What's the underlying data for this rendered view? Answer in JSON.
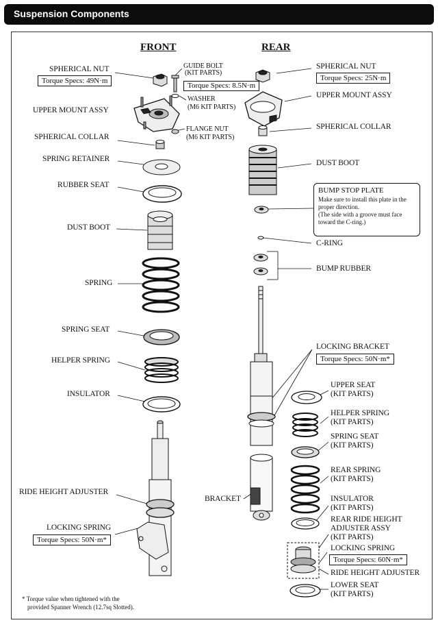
{
  "header": {
    "title": "Suspension Components"
  },
  "sections": {
    "front": "FRONT",
    "rear": "REAR"
  },
  "front": {
    "spherical_nut": "SPHERICAL NUT",
    "spherical_nut_torque": "Torque Specs: 49N·m",
    "guide_bolt": "GUIDE BOLT",
    "guide_bolt_kit": "(KIT PARTS)",
    "guide_bolt_torque": "Torque Specs: 8.5N·m",
    "washer": "WASHER",
    "washer_kit": "(M6 KIT PARTS)",
    "upper_mount": "UPPER MOUNT ASSY",
    "flange_nut": "FLANGE NUT",
    "flange_nut_kit": "(M6 KIT PARTS)",
    "spherical_collar": "SPHERICAL COLLAR",
    "spring_retainer": "SPRING RETAINER",
    "rubber_seat": "RUBBER SEAT",
    "dust_boot": "DUST BOOT",
    "spring": "SPRING",
    "spring_seat": "SPRING SEAT",
    "helper_spring": "HELPER SPRING",
    "insulator": "INSULATOR",
    "ride_height_adjuster": "RIDE HEIGHT ADJUSTER",
    "locking_spring": "LOCKING SPRING",
    "locking_spring_torque": "Torque Specs: 50N·m*"
  },
  "rear": {
    "spherical_nut": "SPHERICAL NUT",
    "spherical_nut_torque": "Torque Specs: 25N·m",
    "upper_mount": "UPPER MOUNT ASSY",
    "spherical_collar": "SPHERICAL COLLAR",
    "dust_boot": "DUST BOOT",
    "bump_stop_title": "BUMP STOP PLATE",
    "bump_stop_line1": "Make sure to install this plate in the",
    "bump_stop_line2": "proper direction.",
    "bump_stop_line3": "(The side with a groove must face",
    "bump_stop_line4": "toward the C-ring.)",
    "c_ring": "C-RING",
    "bump_rubber": "BUMP RUBBER",
    "locking_bracket": "LOCKING BRACKET",
    "locking_bracket_torque": "Torque Specs: 50N·m*",
    "upper_seat": "UPPER SEAT",
    "upper_seat_kit": "(KIT PARTS)",
    "helper_spring": "HELPER SPRING",
    "helper_spring_kit": "(KIT PARTS)",
    "spring_seat": "SPRING SEAT",
    "spring_seat_kit": "(KIT PARTS)",
    "bracket": "BRACKET",
    "rear_spring": "REAR SPRING",
    "rear_spring_kit": "(KIT PARTS)",
    "insulator": "INSULATOR",
    "insulator_kit": "(KIT PARTS)",
    "rear_adjuster_line1": "REAR RIDE HEIGHT",
    "rear_adjuster_line2": "ADJUSTER ASSY",
    "rear_adjuster_kit": "(KIT PARTS)",
    "locking_spring": "LOCKING SPRING",
    "locking_spring_torque": "Torque Specs: 60N·m*",
    "ride_height_adjuster": "RIDE HEIGHT ADJUSTER",
    "lower_seat": "LOWER SEAT",
    "lower_seat_kit": "(KIT PARTS)"
  },
  "footnote": {
    "line1": "* Torque value when tightened with the",
    "line2": "provided Spanner Wrench (12.7sq Slotted)."
  }
}
